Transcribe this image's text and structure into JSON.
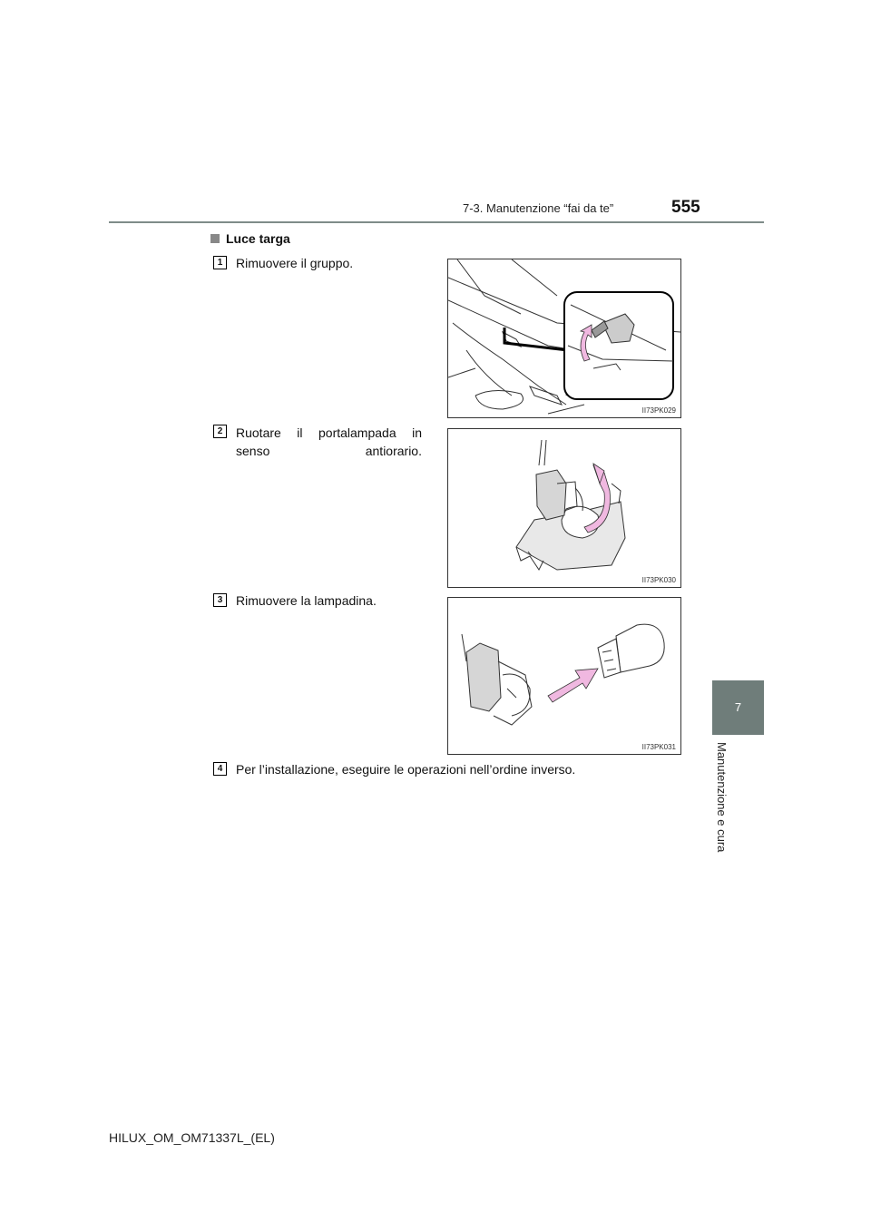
{
  "header": {
    "section": "7-3. Manutenzione “fai da te”",
    "page_number": "555"
  },
  "side_tab": {
    "chapter": "7",
    "label": "Manutenzione e cura"
  },
  "section": {
    "title": "Luce targa"
  },
  "steps": [
    {
      "number": "1",
      "text": "Rimuovere il gruppo.",
      "figure_code": "II73PK029"
    },
    {
      "number": "2",
      "text": "Ruotare il portalampada in senso antiorario.",
      "figure_code": "II73PK030"
    },
    {
      "number": "3",
      "text": "Rimuovere la lampadina.",
      "figure_code": "II73PK031"
    },
    {
      "number": "4",
      "text": "Per l’installazione, eseguire le operazioni nell’ordine inverso."
    }
  ],
  "footer": {
    "doc_code": "HILUX_OM_OM71337L_(EL)"
  }
}
